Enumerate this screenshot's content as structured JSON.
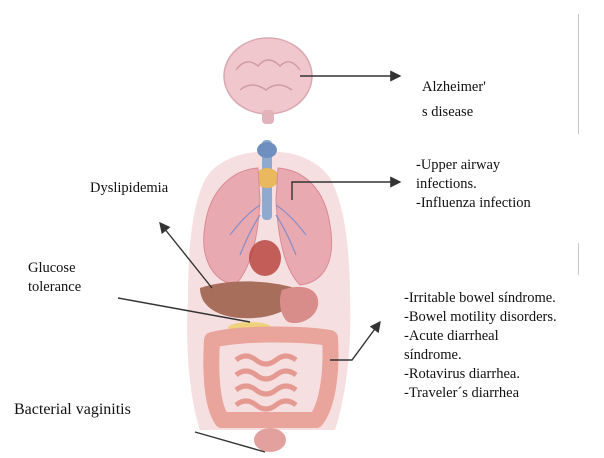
{
  "labels": {
    "brain": [
      "Alzheimer'",
      "s disease"
    ],
    "lungs": [
      "-Upper airway",
      "infections.",
      "-Influenza infection"
    ],
    "dyslipidemia": "Dyslipidemia",
    "glucose": [
      "Glucose",
      "tolerance"
    ],
    "gut": [
      "-Irritable bowel síndrome.",
      "-Bowel motility disorders.",
      "-Acute diarrheal",
      "síndrome.",
      "-Rotavirus diarrhea.",
      "-Traveler´s diarrhea"
    ],
    "vaginitis": "Bacterial vaginitis"
  },
  "colors": {
    "brain": "#efc7cc",
    "lungs": "#e9a9b1",
    "body": "#f3d4d6",
    "liver": "#a86e5c",
    "intestine": "#e9a49b",
    "thyroid": "#6e8fbf",
    "arrow": "#333333"
  }
}
